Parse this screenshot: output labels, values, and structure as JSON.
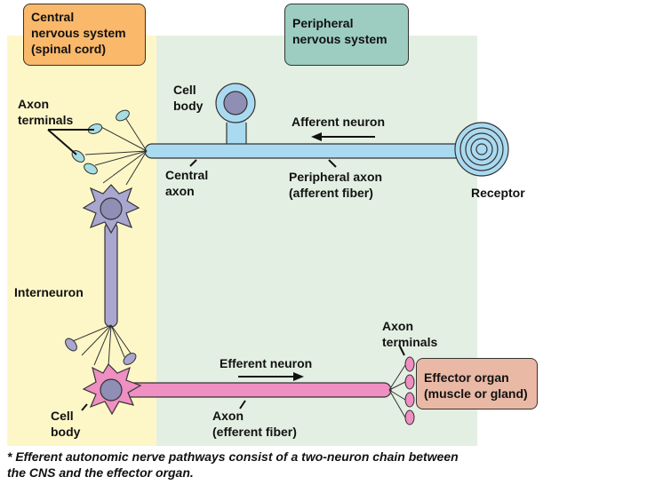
{
  "regions": {
    "cns_label": "Central\nnervous system\n(spinal cord)",
    "pns_label": "Peripheral\nnervous system"
  },
  "labels": {
    "cell_body_top": "Cell\nbody",
    "axon_terminals_left": "Axon\nterminals",
    "afferent_neuron": "Afferent neuron",
    "central_axon": "Central\naxon",
    "peripheral_axon": "Peripheral axon\n(afferent fiber)",
    "receptor": "Receptor",
    "interneuron": "Interneuron",
    "axon_terminals_right": "Axon\nterminals",
    "efferent_neuron": "Efferent neuron",
    "effector_organ": "Effector organ\n(muscle or gland)",
    "cell_body_bottom": "Cell\nbody",
    "axon_efferent": "Axon\n(efferent fiber)"
  },
  "footnote": "* Efferent autonomic nerve pathways consist of a two-neuron chain between\n   the CNS and the effector organ.",
  "colors": {
    "cns_bg": "#fdf7c8",
    "pns_bg": "#e3efe2",
    "cns_box": "#f9b86a",
    "pns_box": "#9ccdc0",
    "afferent": "#aadaf0",
    "interneuron": "#a9a7d0",
    "efferent": "#ef8fc2",
    "effector_box": "#e9b9a6",
    "terminal_blue": "#a6dde2",
    "nucleus": "#8f8fb5"
  }
}
